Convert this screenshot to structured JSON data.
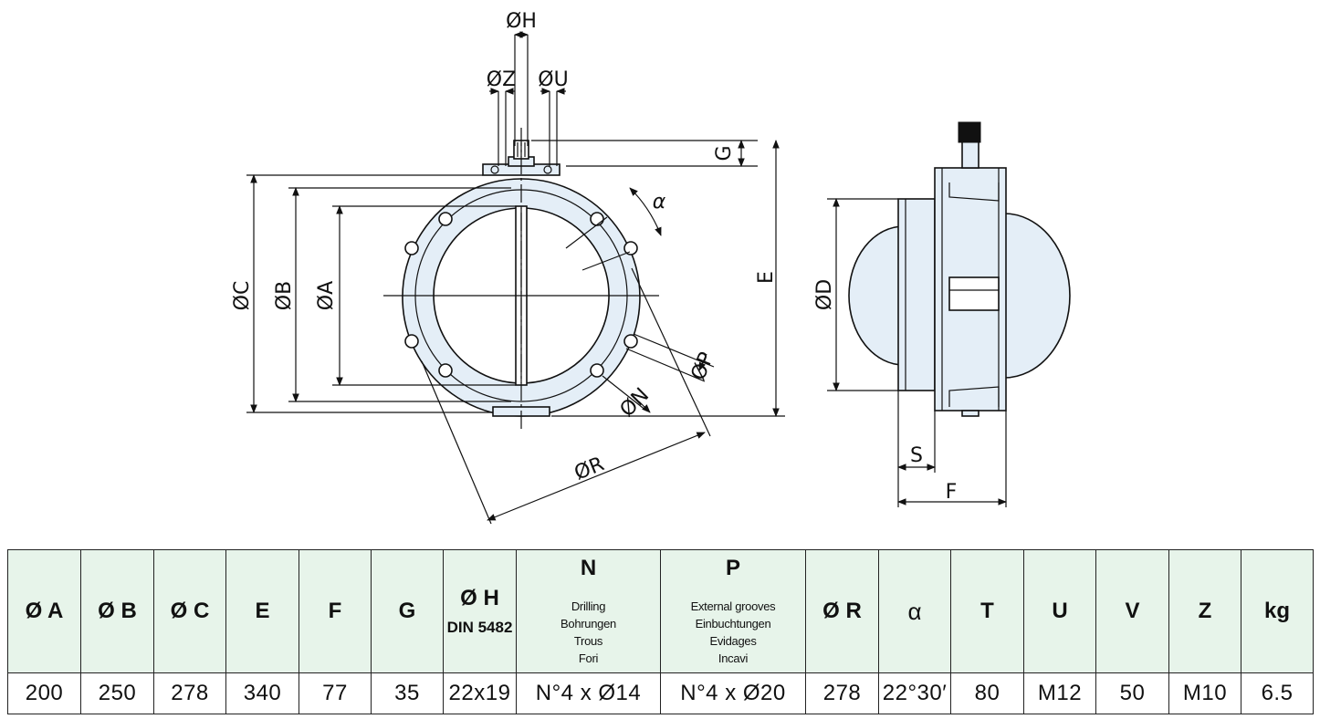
{
  "drawing": {
    "labels": {
      "h": "ØH",
      "z": "ØZ",
      "u": "ØU",
      "g": "G",
      "alpha": "α",
      "c": "ØC",
      "b": "ØB",
      "a": "ØA",
      "e": "E",
      "p": "ØP",
      "n": "ØN",
      "r": "ØR",
      "d": "ØD",
      "s": "S",
      "f": "F"
    }
  },
  "table": {
    "headers": {
      "a": "Ø A",
      "b": "Ø B",
      "c": "Ø C",
      "e": "E",
      "f": "F",
      "g": "G",
      "h": "Ø H",
      "h_sub": "DIN 5482",
      "n": "N",
      "n_sub": [
        "Drilling",
        "Bohrungen",
        "Trous",
        "Fori"
      ],
      "p": "P",
      "p_sub": [
        "External grooves",
        "Einbuchtungen",
        "Evidages",
        "Incavi"
      ],
      "r": "Ø R",
      "alpha": "α",
      "t": "T",
      "u": "U",
      "v": "V",
      "z": "Z",
      "kg": "kg"
    },
    "row": {
      "a": "200",
      "b": "250",
      "c": "278",
      "e": "340",
      "f": "77",
      "g": "35",
      "h": "22x19",
      "n": "N°4 x Ø14",
      "p": "N°4 x Ø20",
      "r": "278",
      "alpha": "22°30′",
      "t": "80",
      "u": "M12",
      "v": "50",
      "z": "M10",
      "kg": "6.5"
    }
  }
}
